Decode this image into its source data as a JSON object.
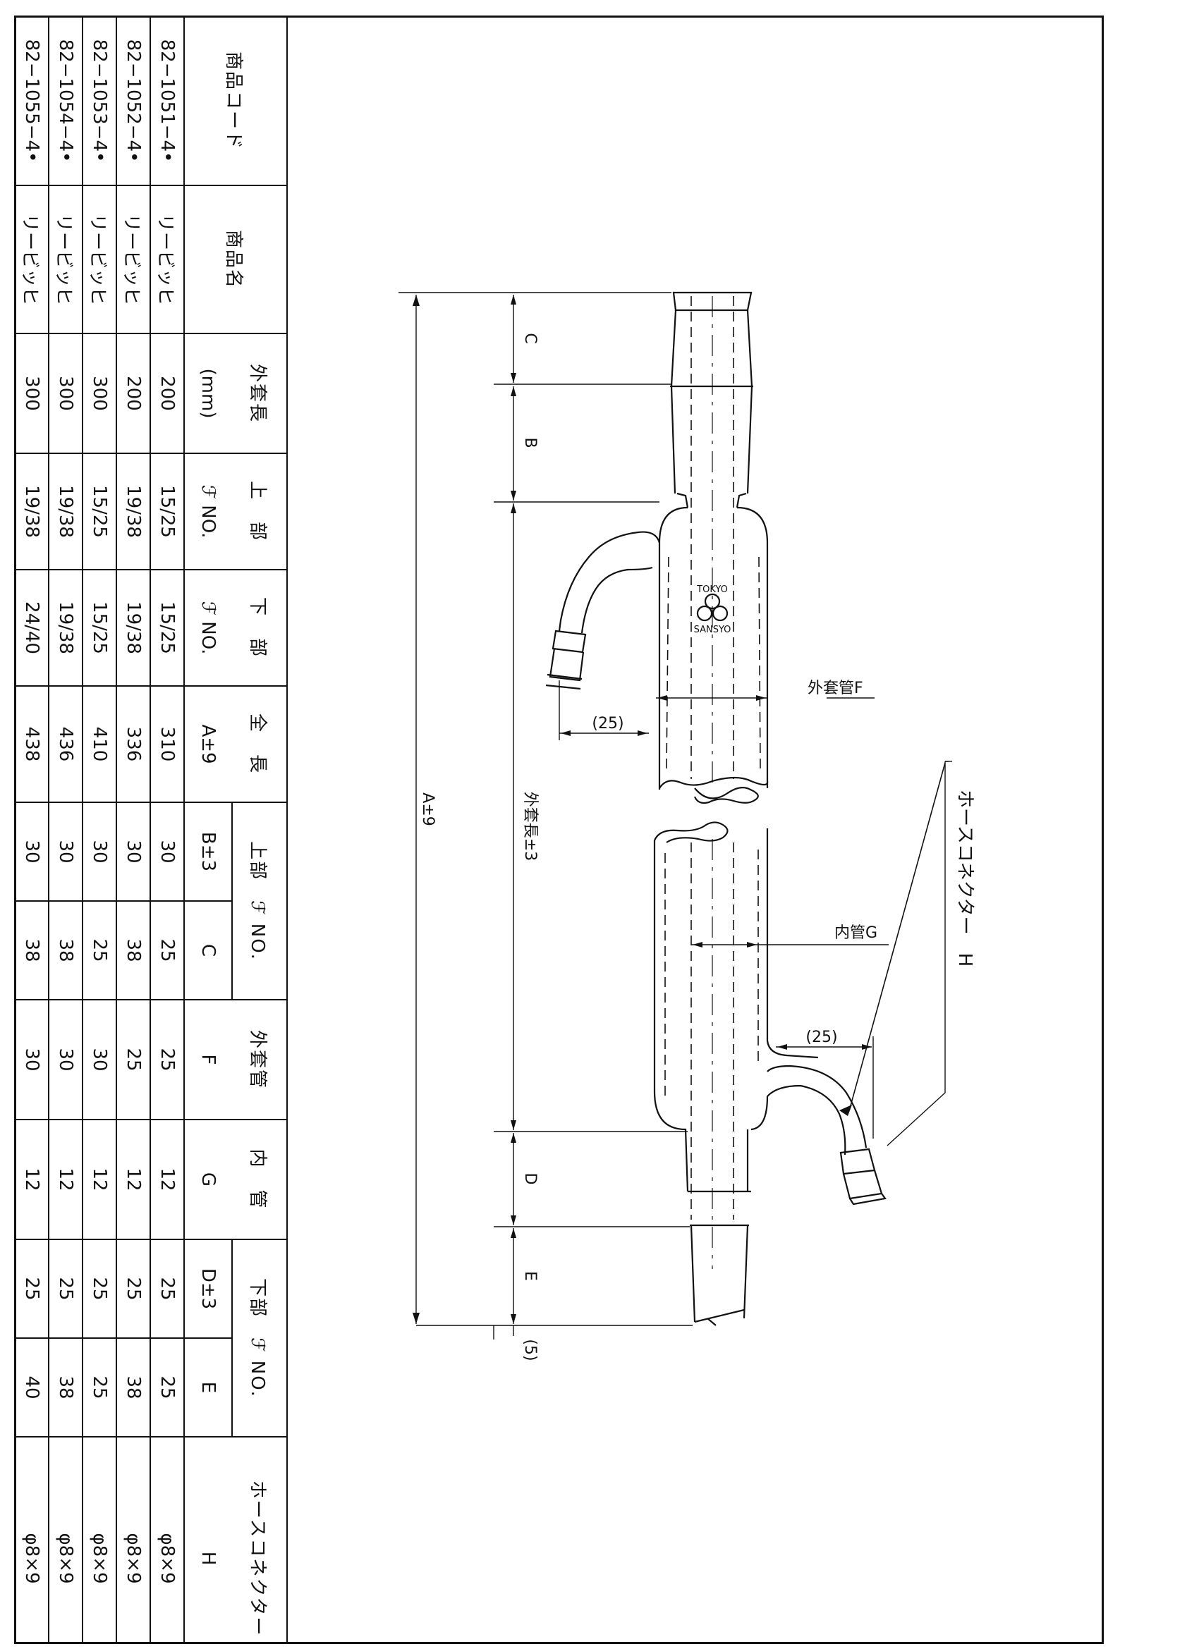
{
  "table": {
    "headers": {
      "code": "商品コード",
      "name": "商品名",
      "outer_length": "外套長",
      "outer_length_unit": "(mm)",
      "upper": "上　部",
      "lower": "下　部",
      "sj_no": "ℱ NO.",
      "total": "全　長",
      "total_sub": "A±9",
      "upper_sj": "上部　ℱ NO.",
      "b_pm3": "B±3",
      "c": "C",
      "jacket": "外套管",
      "f": "F",
      "inner": "内　管",
      "g": "G",
      "lower_sj": "下部　ℱ NO.",
      "d_pm3": "D±3",
      "e": "E",
      "hose": "ホースコネクター",
      "h": "H"
    },
    "rows": [
      {
        "code": "82−1051−4•",
        "name": "リービッヒ",
        "outer": "200",
        "upper": "15/25",
        "lower": "15/25",
        "total": "310",
        "b": "30",
        "c": "25",
        "f": "25",
        "g": "12",
        "d": "25",
        "e": "25",
        "h": "φ8×9"
      },
      {
        "code": "82−1052−4•",
        "name": "リービッヒ",
        "outer": "200",
        "upper": "19/38",
        "lower": "19/38",
        "total": "336",
        "b": "30",
        "c": "38",
        "f": "25",
        "g": "12",
        "d": "25",
        "e": "38",
        "h": "φ8×9"
      },
      {
        "code": "82−1053−4•",
        "name": "リービッヒ",
        "outer": "300",
        "upper": "15/25",
        "lower": "15/25",
        "total": "410",
        "b": "30",
        "c": "25",
        "f": "30",
        "g": "12",
        "d": "25",
        "e": "25",
        "h": "φ8×9"
      },
      {
        "code": "82−1054−4•",
        "name": "リービッヒ",
        "outer": "300",
        "upper": "19/38",
        "lower": "19/38",
        "total": "436",
        "b": "30",
        "c": "38",
        "f": "30",
        "g": "12",
        "d": "25",
        "e": "38",
        "h": "φ8×9"
      },
      {
        "code": "82−1055−4•",
        "name": "リービッヒ",
        "outer": "300",
        "upper": "19/38",
        "lower": "24/40",
        "total": "438",
        "b": "30",
        "c": "38",
        "f": "30",
        "g": "12",
        "d": "25",
        "e": "40",
        "h": "φ8×9"
      }
    ]
  },
  "drawing": {
    "dim_c": "C",
    "dim_b": "B",
    "dim_d": "D",
    "dim_e": "E",
    "dim_5": "(5)",
    "dim_25_top": "(25)",
    "dim_25_bottom": "(25)",
    "dim_a": "A±9",
    "dim_outer_len": "外套長±3",
    "label_jacket_f": "外套管F",
    "label_inner_g": "内管G",
    "label_hose_h": "ホースコネクター　H",
    "logo_top": "TOKYO",
    "logo_bottom": "SANSYO"
  }
}
